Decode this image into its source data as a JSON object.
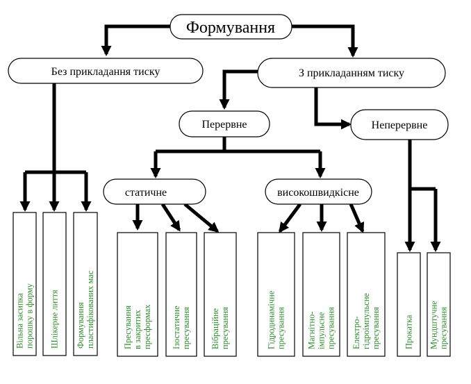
{
  "root": "Формування",
  "without_pressure": "Без прикладання тиску",
  "with_pressure": "З прикладанням тиску",
  "interrupted": "Перервне",
  "continuous": "Неперервне",
  "static": "статичне",
  "high_speed": "високошвидкісне",
  "leaves_without": [
    [
      "Вільна засипка",
      "порошку в форму"
    ],
    [
      "Шлікерне лиття"
    ],
    [
      "Формування",
      "пластифікованих мас"
    ]
  ],
  "leaves_static": [
    [
      "Пресування",
      "в закритих",
      "пресформах"
    ],
    [
      "Ізостатичне",
      "пресування"
    ],
    [
      "Вібраційне",
      "пресування"
    ]
  ],
  "leaves_high_speed": [
    [
      "Гідродинамічне",
      "пресування"
    ],
    [
      "Магнітно-",
      "імпульсне",
      "пресування"
    ],
    [
      "Електро-",
      "гідроімпульсне",
      "пресування"
    ]
  ],
  "leaves_continuous": [
    [
      "Прокатка"
    ],
    [
      "Мундштучне",
      "пресування"
    ]
  ]
}
